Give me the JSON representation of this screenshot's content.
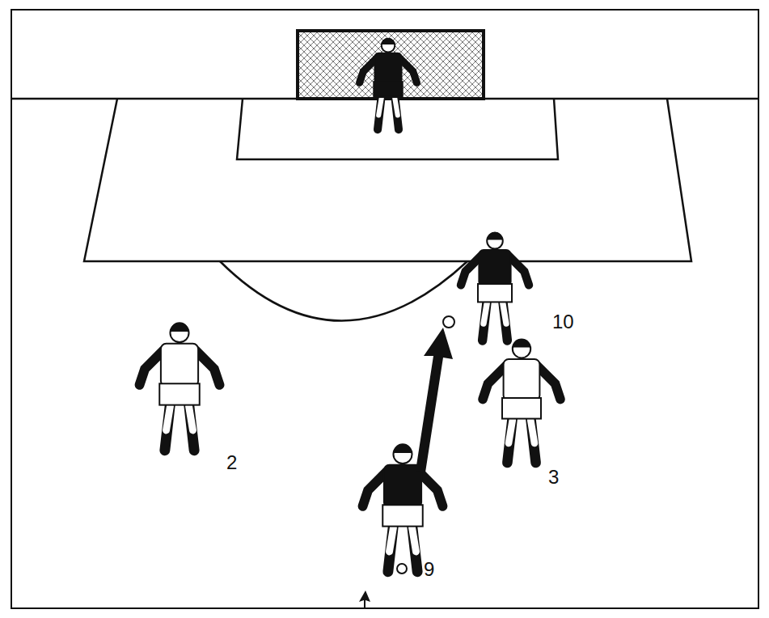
{
  "diagram": {
    "labels": [
      "10",
      "2",
      "3",
      "9"
    ]
  }
}
